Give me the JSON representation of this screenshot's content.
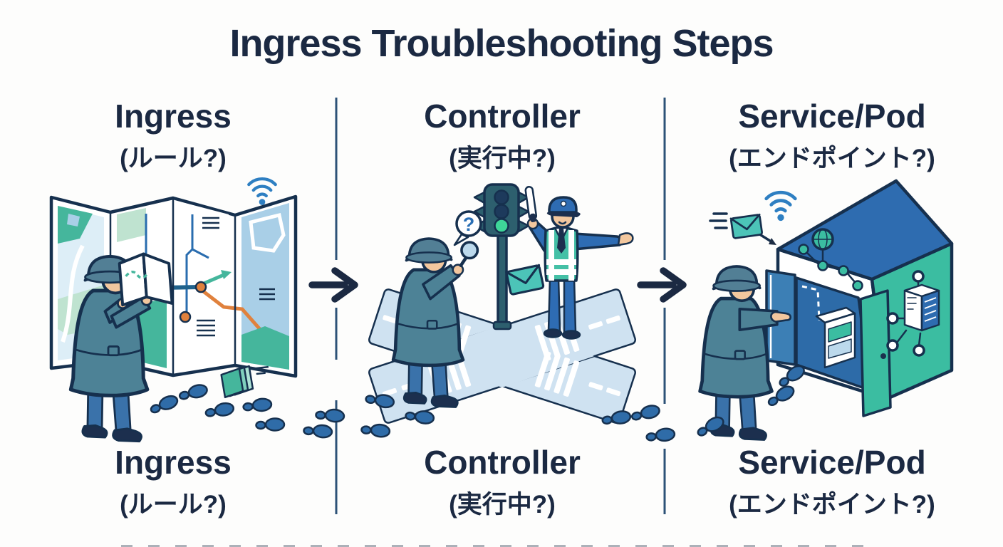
{
  "title": "Ingress Troubleshooting Steps",
  "columns": [
    {
      "id": "ingress",
      "top": {
        "label": "Ingress",
        "sublabel": "(ルール?)"
      },
      "bottom": {
        "label": "Ingress",
        "sublabel": "(ルール?)"
      },
      "scene": {
        "name": "detective-examining-network-map",
        "icons": [
          "wifi-icon",
          "folded-map",
          "route-node-dots",
          "document-stack-icon",
          "footprints"
        ]
      }
    },
    {
      "id": "controller",
      "top": {
        "label": "Controller",
        "sublabel": "(実行中?)"
      },
      "bottom": {
        "label": "Controller",
        "sublabel": "(実行中?)"
      },
      "scene": {
        "name": "detective-and-traffic-officer-at-crossroads",
        "bubble_text": "?",
        "icons": [
          "question-bubble-icon",
          "magnifier-icon",
          "traffic-light-icon",
          "envelope-icon",
          "crossroads",
          "footprints"
        ]
      }
    },
    {
      "id": "service-pod",
      "top": {
        "label": "Service/Pod",
        "sublabel": "(エンドポイント?)"
      },
      "bottom": {
        "label": "Service/Pod",
        "sublabel": "(エンドポイント?)"
      },
      "scene": {
        "name": "detective-inspecting-house-of-services",
        "icons": [
          "envelope-icon",
          "wifi-icon",
          "arrow-icon",
          "house-with-open-door",
          "server-icon",
          "globe-network-icon",
          "network-nodes",
          "footprints"
        ]
      }
    }
  ],
  "arrows": [
    {
      "icon": "arrow-right-icon"
    },
    {
      "icon": "arrow-right-icon"
    }
  ],
  "colors": {
    "text-navy": "#1b2942",
    "navy-outline": "#16304e",
    "divider-blue": "#2d5277",
    "detective-coat": "#4d8296",
    "detective-hat": "#527f95",
    "skin": "#f2c79e",
    "hair-navy": "#1e2d44",
    "pants-blue": "#3a72aa",
    "shoe-navy": "#1c2f4e",
    "map-teal": "#45b69c",
    "map-green-light": "#bfe3d0",
    "map-blue-light": "#a9cfe7",
    "map-blue-pale": "#ddeef7",
    "route-blue": "#2a6daf",
    "route-teal-dark": "#20628c",
    "accent-orange": "#e0813d",
    "wifi-blue": "#2e7fc2",
    "road-blue": "#cfe2f1",
    "traffic-body": "#2d5f6e",
    "light-off": "#1d3a5c",
    "light-green": "#3ed598",
    "officer-blue": "#2e6cb3",
    "vest-teal": "#44c0a6",
    "envelope-teal": "#4cc4b8",
    "roof-blue": "#2e6cb0",
    "wall-teal": "#3bbda1",
    "door-blue": "#3c7fb5",
    "interior-blue": "#2d6ba8",
    "footprint-blue": "#2f6ca8",
    "bubble-question": "#2a6fb5",
    "lens-blue": "#bcd9ec"
  }
}
